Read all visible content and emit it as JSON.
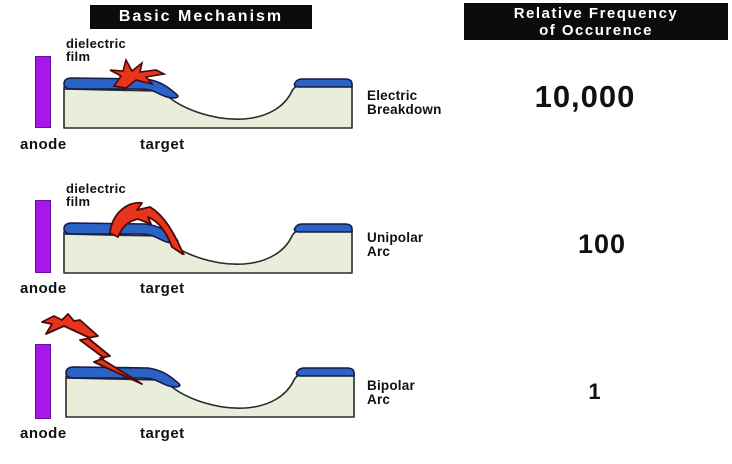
{
  "headers": {
    "basic_mechanism": "Basic Mechanism",
    "relative_frequency_line1": "Relative Frequency",
    "relative_frequency_line2": "of Occurence"
  },
  "labels": {
    "anode": "anode",
    "target": "target",
    "dielectric_line1": "dielectric",
    "dielectric_line2": "film"
  },
  "rows": [
    {
      "id": "electric-breakdown",
      "mechanism_line1": "Electric",
      "mechanism_line2": "Breakdown",
      "frequency": "10,000",
      "arc_icon": "surface-impact-starburst"
    },
    {
      "id": "unipolar-arc",
      "mechanism_line1": "Unipolar",
      "mechanism_line2": "Arc",
      "frequency": "100",
      "arc_icon": "curved-arc-bolt"
    },
    {
      "id": "bipolar-arc",
      "mechanism_line1": "Bipolar",
      "mechanism_line2": "Arc",
      "frequency": "1",
      "arc_icon": "large-lightning-bolt"
    }
  ],
  "colors": {
    "anode_purple": "#a816e8",
    "target_fill": "#e9eedb",
    "film_blue": "#2a63c4",
    "arc_red": "#e6341f",
    "header_bg": "#0b0b0b",
    "header_text": "#ffffff",
    "outline": "#2a2a2a"
  }
}
